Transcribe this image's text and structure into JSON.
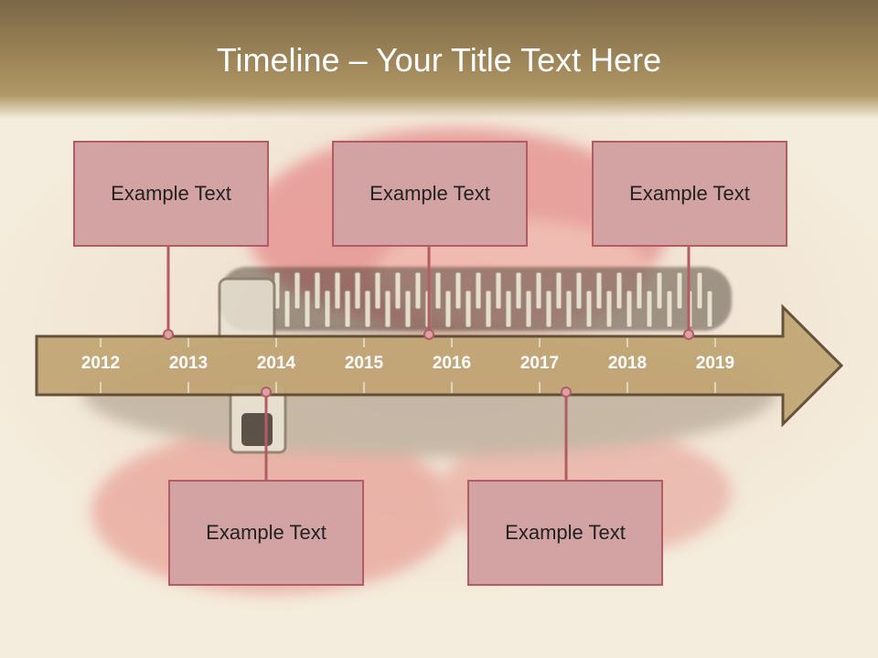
{
  "title": "Timeline – Your Title Text Here",
  "colors": {
    "title_bar": "#9a8257",
    "arrow_fill": "#c2a675",
    "arrow_stroke": "#5f4a31",
    "year_text": "#ffffff",
    "box_fill": "#d3a3a3",
    "box_border": "#b35c64",
    "connector": "#b35c64"
  },
  "timeline": {
    "years": [
      "2012",
      "2013",
      "2014",
      "2015",
      "2016",
      "2017",
      "2018",
      "2019"
    ]
  },
  "events": [
    {
      "label": "Example Text",
      "position": "above"
    },
    {
      "label": "Example Text",
      "position": "below"
    },
    {
      "label": "Example Text",
      "position": "above"
    },
    {
      "label": "Example Text",
      "position": "below"
    },
    {
      "label": "Example Text",
      "position": "above"
    }
  ]
}
